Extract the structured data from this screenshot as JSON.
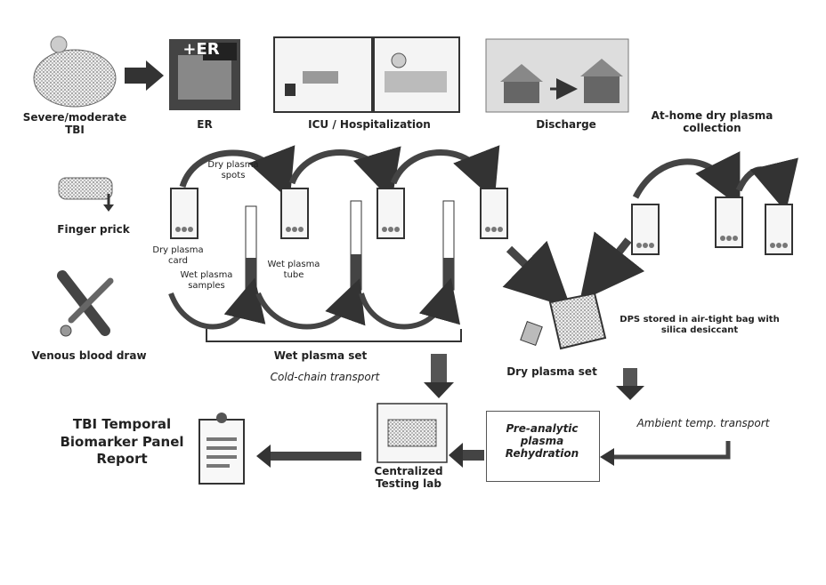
{
  "top_row": {
    "patient_label": "Severe/moderate TBI",
    "er_sign": "+ER",
    "er_label": "ER",
    "icu_label": "ICU / Hospitalization",
    "discharge_label": "Discharge",
    "home_collection_label": "At-home dry plasma collection"
  },
  "methods": {
    "finger_prick_label": "Finger prick",
    "venous_draw_label": "Venous blood draw"
  },
  "samples": {
    "dry_spots_label": "Dry plasma spots",
    "dry_card_label": "Dry plasma card",
    "wet_samples_label": "Wet plasma samples",
    "wet_tube_label": "Wet plasma tube",
    "dps_storage_label": "DPS stored in air-tight bag with silica desiccant",
    "wet_set_label": "Wet plasma set",
    "cold_chain_label": "Cold-chain transport",
    "dry_set_label": "Dry plasma set",
    "ambient_label": "Ambient temp. transport"
  },
  "processing": {
    "rehydration_label": "Pre-analytic plasma Rehydration",
    "lab_label": "Centralized Testing lab",
    "report_label": "TBI Temporal Biomarker Panel Report"
  }
}
